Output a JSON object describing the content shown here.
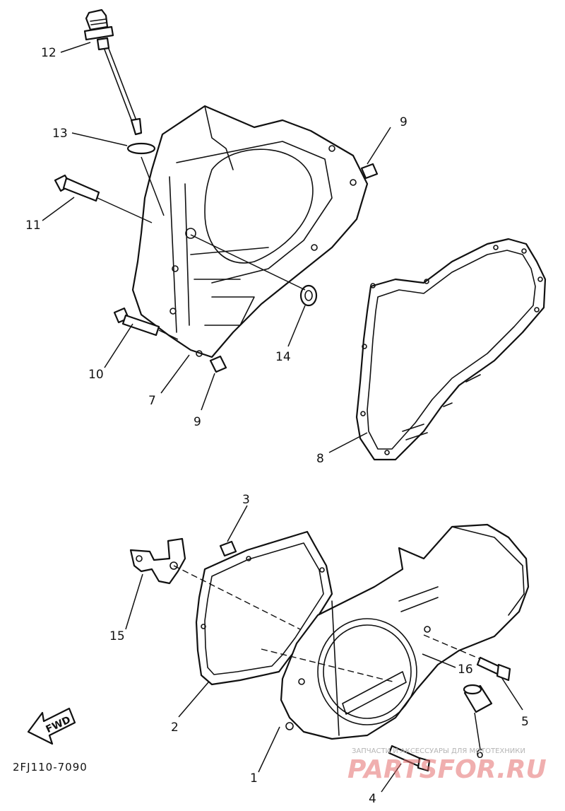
{
  "diagram": {
    "part_code": "2FJ110-7090",
    "direction_label": "FWD",
    "callouts": [
      "1",
      "2",
      "3",
      "4",
      "5",
      "6",
      "7",
      "8",
      "9",
      "9",
      "10",
      "11",
      "12",
      "13",
      "14",
      "15",
      "16"
    ]
  },
  "watermark": {
    "caption": "ЗАПЧАСТИ И АКСЕССУАРЫ ДЛЯ МОТОТЕХНИКИ",
    "brand": "PARTSFOR.RU",
    "color": "#e36d6d"
  },
  "colors": {
    "ink": "#111111",
    "paper": "#ffffff"
  }
}
